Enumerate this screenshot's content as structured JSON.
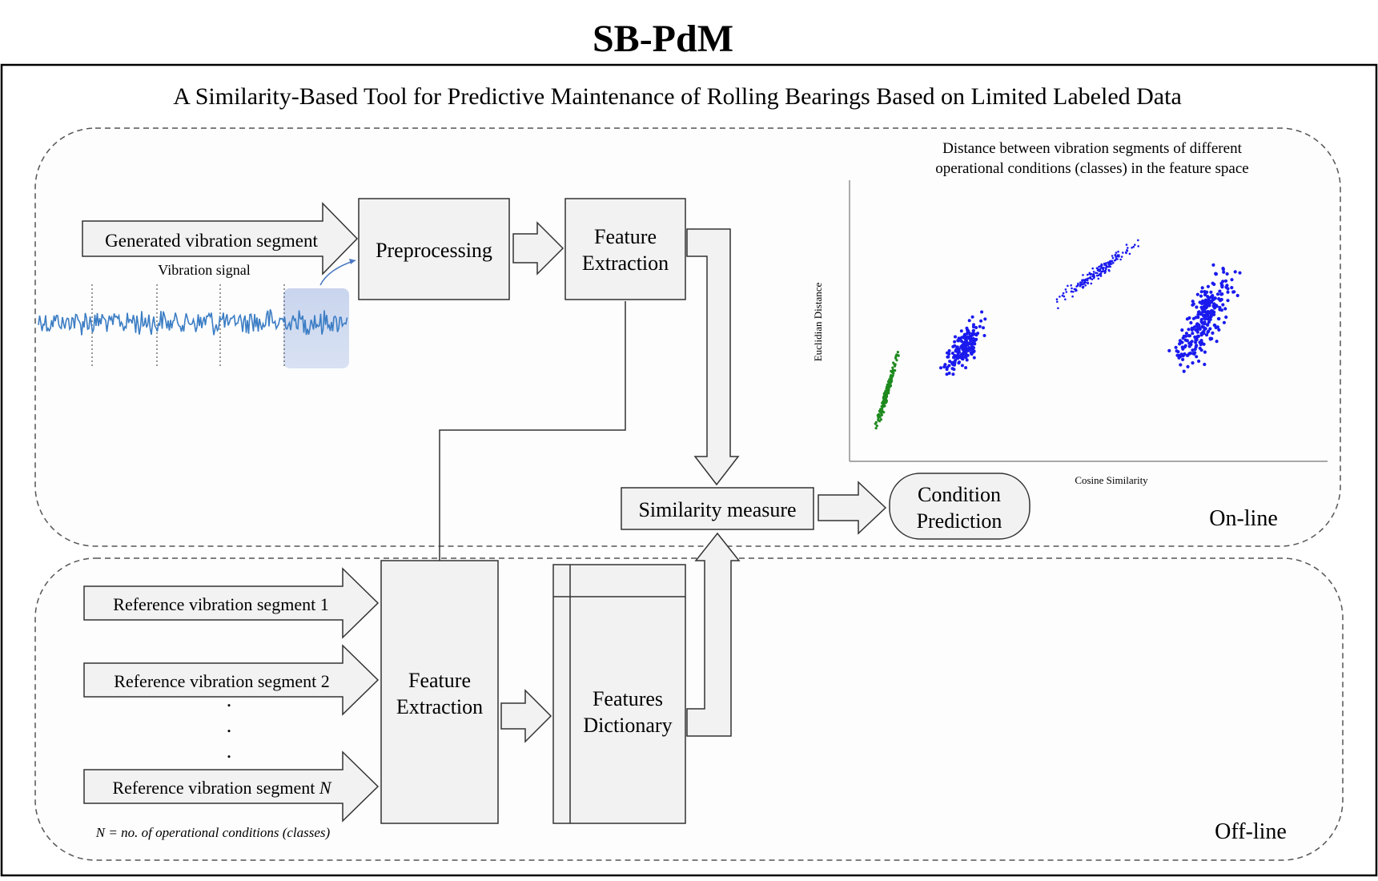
{
  "title": "SB-PdM",
  "subtitle": "A Similarity-Based Tool for Predictive Maintenance of Rolling Bearings Based on Limited Labeled Data",
  "online": {
    "label": "On-line",
    "input_label": "Generated vibration segment",
    "signal_label": "Vibration signal",
    "preprocessing": "Preprocessing",
    "feature_extraction": [
      "Feature",
      "Extraction"
    ],
    "similarity_measure": "Similarity measure",
    "condition_prediction": [
      "Condition",
      "Prediction"
    ]
  },
  "offline": {
    "label": "Off-line",
    "ref_prefix": "Reference vibration segment",
    "ref_suffixes": [
      "1",
      "2",
      "N"
    ],
    "dots": ".",
    "feature_extraction": [
      "Feature",
      "Extraction"
    ],
    "features_dictionary": [
      "Features",
      "Dictionary"
    ],
    "note": "N = no. of operational conditions (classes)"
  },
  "scatter": {
    "title_lines": [
      "Distance between vibration segments of different",
      "operational conditions (classes) in the feature space"
    ],
    "xlabel": "Cosine Similarity",
    "ylabel": "Euclidian Distance",
    "colors": {
      "green": "#1e8a1e",
      "blue": "#1a1aee"
    }
  }
}
